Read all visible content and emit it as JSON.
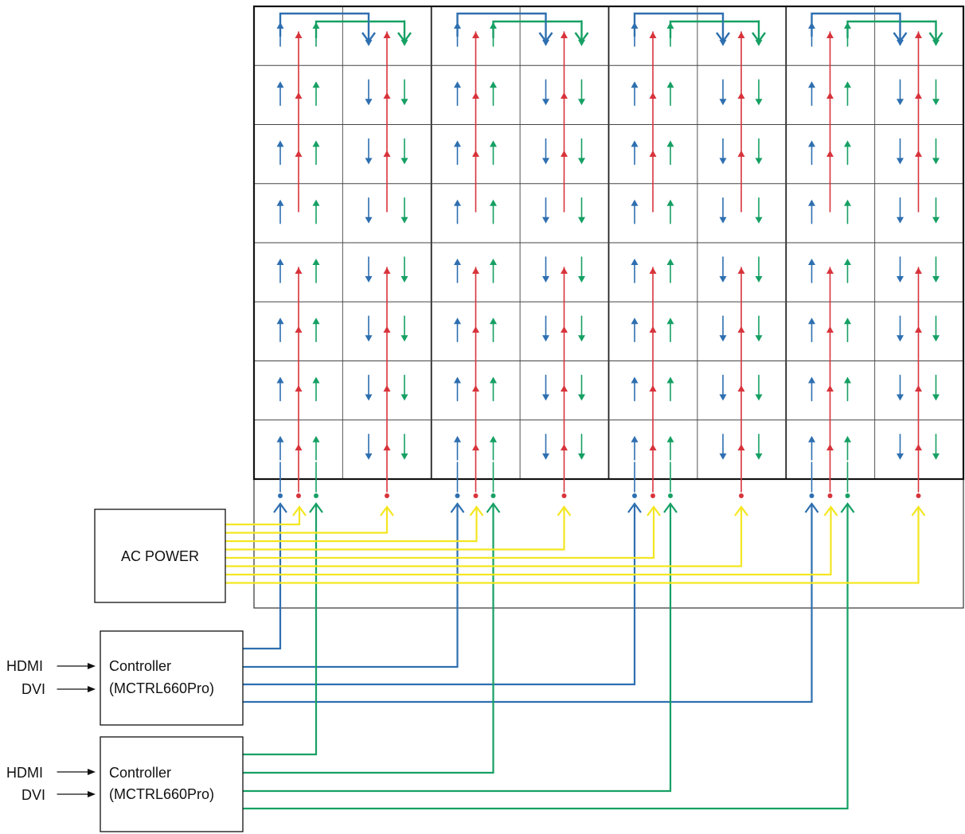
{
  "colors": {
    "blue": "#2e6fb0",
    "red": "#d8333b",
    "green": "#16a064",
    "yellow": "#f4e622",
    "line": "#111111",
    "grid": "#333333"
  },
  "power_box": {
    "label": "AC POWER"
  },
  "controllers": [
    {
      "name_line1": "Controller",
      "name_line2": "(MCTRL660Pro)",
      "input_hdmi": "HDMI",
      "input_dvi": "DVI"
    },
    {
      "name_line1": "Controller",
      "name_line2": "(MCTRL660Pro)",
      "input_hdmi": "HDMI",
      "input_dvi": "DVI"
    }
  ],
  "wall": {
    "columns": 8,
    "rows": 8,
    "groups": 4
  }
}
